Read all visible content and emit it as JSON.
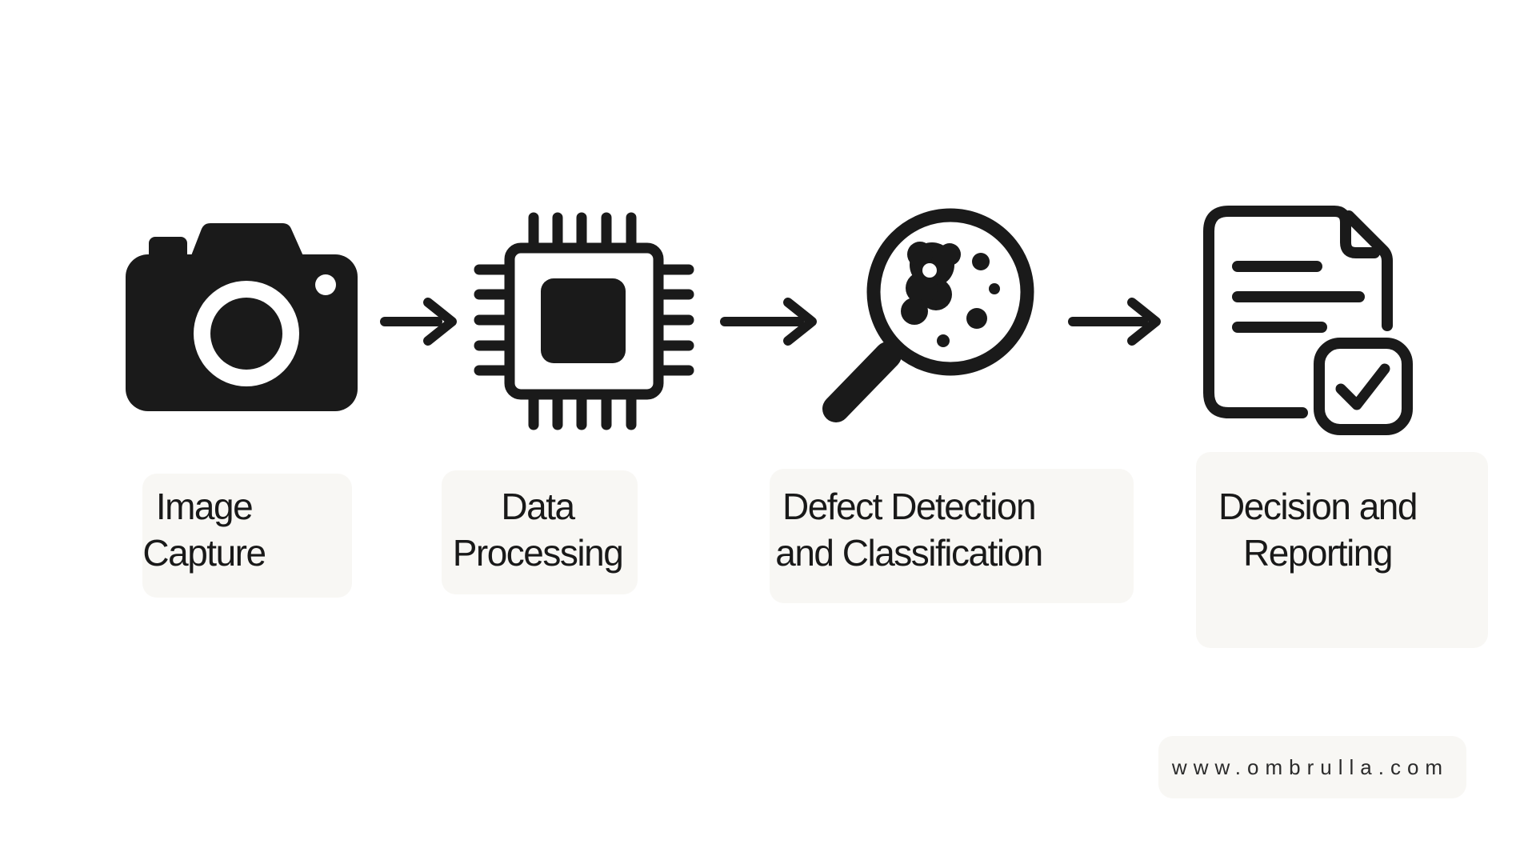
{
  "diagram": {
    "type": "process-flow",
    "colors": {
      "ink": "#1a1a1a",
      "background": "#ffffff"
    },
    "steps": [
      {
        "icon": "camera-icon",
        "line1": "Image",
        "line2": "Capture"
      },
      {
        "icon": "chip-icon",
        "line1": "Data",
        "line2": "Processing"
      },
      {
        "icon": "magnifier-defects-icon",
        "line1": "Defect Detection",
        "line2": "and Classification"
      },
      {
        "icon": "document-check-icon",
        "line1": "Decision and",
        "line2": "Reporting"
      }
    ],
    "connector_icon": "arrow-right-icon",
    "watermark": "www.ombrulla.com"
  }
}
